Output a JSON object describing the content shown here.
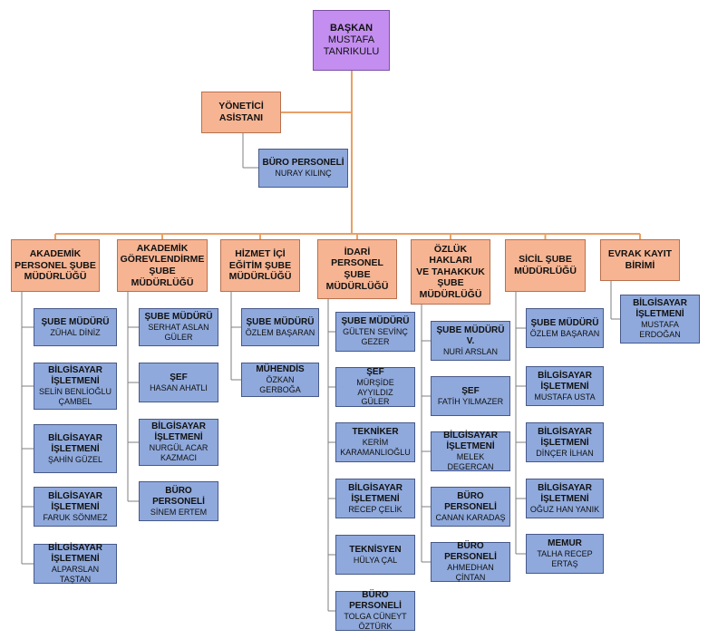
{
  "root": {
    "title": "BAŞKAN",
    "name": "MUSTAFA\nTANRIKULU"
  },
  "assistant": {
    "title": "YÖNETİCİ\nASİSTANI"
  },
  "assistant_staff": {
    "title": "BÜRO PERSONELİ",
    "name": "NURAY KILINÇ"
  },
  "units": [
    {
      "title": "AKADEMİK\nPERSONEL ŞUBE\nMÜDÜRLÜĞÜ",
      "staff": [
        {
          "title": "ŞUBE MÜDÜRÜ",
          "name": "ZÜHAL DİNİZ"
        },
        {
          "title": "BİLGİSAYAR\nİŞLETMENİ",
          "name": "SELİN BENLİOĞLU\nÇAMBEL"
        },
        {
          "title": "BİLGİSAYAR\nİŞLETMENİ",
          "name": "ŞAHİN GÜZEL"
        },
        {
          "title": "BİLGİSAYAR\nİŞLETMENİ",
          "name": "FARUK SÖNMEZ"
        },
        {
          "title": "BİLGİSAYAR\nİŞLETMENİ",
          "name": "ALPARSLAN TAŞTAN"
        }
      ]
    },
    {
      "title": "AKADEMİK\nGÖREVLENDİRME\nŞUBE\nMÜDÜRLÜĞÜ",
      "staff": [
        {
          "title": "ŞUBE MÜDÜRÜ",
          "name": "SERHAT ASLAN\nGÜLER"
        },
        {
          "title": "ŞEF",
          "name": "HASAN AHATLI"
        },
        {
          "title": "BİLGİSAYAR\nİŞLETMENİ",
          "name": "NURGÜL ACAR\nKAZMACI"
        },
        {
          "title": "BÜRO PERSONELİ",
          "name": "SİNEM ERTEM"
        }
      ]
    },
    {
      "title": "HİZMET İÇİ\nEĞİTİM ŞUBE\nMÜDÜRLÜĞÜ",
      "staff": [
        {
          "title": "ŞUBE MÜDÜRÜ",
          "name": "ÖZLEM BAŞARAN"
        },
        {
          "title": "MÜHENDİS",
          "name": "ÖZKAN GERBOĞA"
        }
      ]
    },
    {
      "title": "İDARİ PERSONEL\nŞUBE\nMÜDÜRLÜĞÜ",
      "staff": [
        {
          "title": "ŞUBE MÜDÜRÜ",
          "name": "GÜLTEN SEVİNÇ\nGEZER"
        },
        {
          "title": "ŞEF",
          "name": "MÜRŞİDE AYYILDIZ\nGÜLER"
        },
        {
          "title": "TEKNİKER",
          "name": "KERİM\nKARAMANLIOĞLU"
        },
        {
          "title": "BİLGİSAYAR\nİŞLETMENİ",
          "name": "RECEP ÇELİK"
        },
        {
          "title": "TEKNİSYEN",
          "name": "HÜLYA ÇAL"
        },
        {
          "title": "BÜRO PERSONELİ",
          "name": "TOLGA CÜNEYT\nÖZTÜRK"
        }
      ]
    },
    {
      "title": "ÖZLÜK HAKLARI\nVE TAHAKKUK\nŞUBE\nMÜDÜRLÜĞÜ",
      "staff": [
        {
          "title": "ŞUBE MÜDÜRÜ V.",
          "name": "NURİ ARSLAN"
        },
        {
          "title": "ŞEF",
          "name": "FATİH YILMAZER"
        },
        {
          "title": "BİLGİSAYAR\nİŞLETMENİ",
          "name": "MELEK DEGERCAN"
        },
        {
          "title": "BÜRO PERSONELİ",
          "name": "CANAN KARADAŞ"
        },
        {
          "title": "BÜRO PERSONELİ",
          "name": "AHMEDHAN\nÇİNTAN"
        }
      ]
    },
    {
      "title": "SİCİL ŞUBE\nMÜDÜRLÜĞÜ",
      "staff": [
        {
          "title": "ŞUBE MÜDÜRÜ",
          "name": "ÖZLEM BAŞARAN"
        },
        {
          "title": "BİLGİSAYAR\nİŞLETMENİ",
          "name": "MUSTAFA USTA"
        },
        {
          "title": "BİLGİSAYAR\nİŞLETMENİ",
          "name": "DİNÇER İLHAN"
        },
        {
          "title": "BİLGİSAYAR\nİŞLETMENİ",
          "name": "OĞUZ HAN YANIK"
        },
        {
          "title": "MEMUR",
          "name": "TALHA RECEP\nERTAŞ"
        }
      ]
    },
    {
      "title": "EVRAK KAYIT\nBİRİMİ",
      "staff": [
        {
          "title": "BİLGİSAYAR\nİŞLETMENİ",
          "name": "MUSTAFA\nERDOĞAN"
        }
      ]
    }
  ],
  "colors": {
    "root": "#c38ef0",
    "unit": "#f6b493",
    "staff": "#8fa9dc",
    "connector_orange": "#e9a066",
    "connector_gray": "#7f7f7f"
  }
}
